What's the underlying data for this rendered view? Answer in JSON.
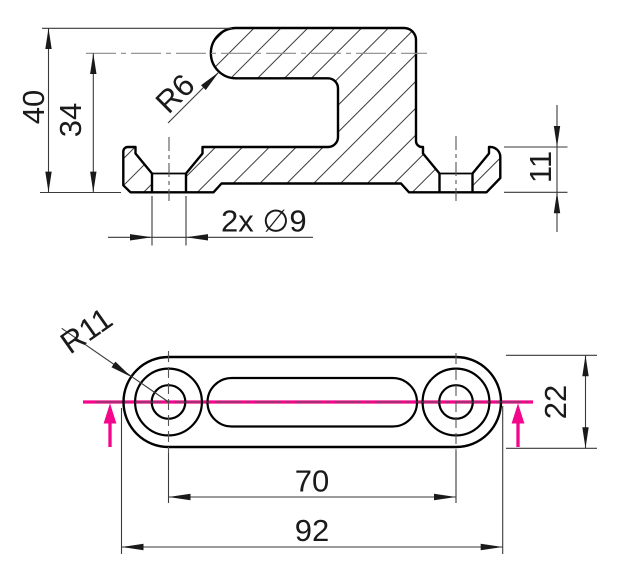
{
  "drawing": {
    "title": "bracket two-view engineering drawing",
    "colors": {
      "background": "#ffffff",
      "outline": "#000000",
      "thin_line": "#3a3a3a",
      "centerline": "#8a8a8a",
      "highlight": "#f5058c"
    },
    "front_view": {
      "dims": {
        "overall_height": "40",
        "slot_center_height": "34",
        "slot_end_radius": "R6",
        "base_thickness": "11",
        "hole_note": "2x ∅9"
      }
    },
    "top_view": {
      "dims": {
        "end_radius": "R11",
        "hole_pitch": "70",
        "overall_length": "92",
        "overall_width": "22"
      }
    }
  }
}
